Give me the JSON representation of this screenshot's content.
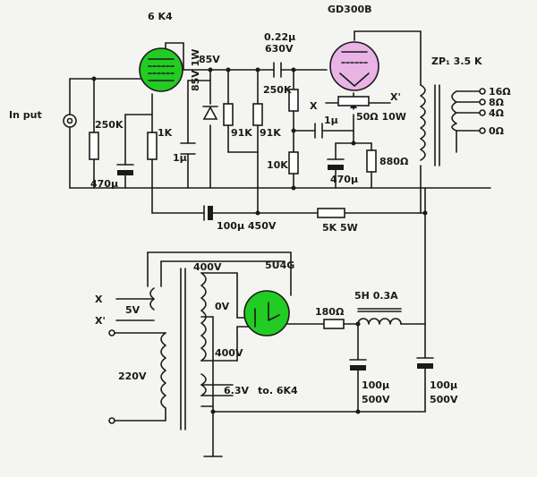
{
  "tubes": {
    "driver": {
      "label": "6 K4",
      "color": "#22cc22"
    },
    "output": {
      "label": "GD300B",
      "color": "#e9b3e6"
    },
    "rectifier": {
      "label": "5U4G",
      "color": "#22cc22"
    }
  },
  "input": {
    "label": "In put"
  },
  "components": {
    "r_grid": "250K",
    "c_input": "470μ",
    "r_cathode": "1K",
    "zener": "85V 1W",
    "c_zener": "1μ",
    "v_node": "85V",
    "r_plate": "91K",
    "r_div": "91K",
    "c_coupling": "0.22μ",
    "c_coupling_v": "630V",
    "r_grid_out": "250K",
    "r_lower": "10K",
    "c_bias": "1μ",
    "r_hum": "50Ω 10W",
    "c_cathode_out": "470μ",
    "r_cathode_out": "880Ω",
    "c_supply": "100μ 450V",
    "r_supply": "5K 5W",
    "x_label": "X",
    "xp_label": "X'"
  },
  "transformer_out": {
    "label": "ZP₁ 3.5 K",
    "taps": [
      "16Ω",
      "8Ω",
      "4Ω",
      "0Ω"
    ]
  },
  "power": {
    "x": "X",
    "xp": "X'",
    "v5": "5V",
    "v220": "220V",
    "v400a": "400V",
    "v0": "0V",
    "v400b": "400V",
    "v63": "6.3V",
    "to6k4": "to. 6K4",
    "r180": "180Ω",
    "choke": "5H 0.3A",
    "c1": "100μ",
    "c1v": "500V",
    "c2": "100μ",
    "c2v": "500V"
  }
}
